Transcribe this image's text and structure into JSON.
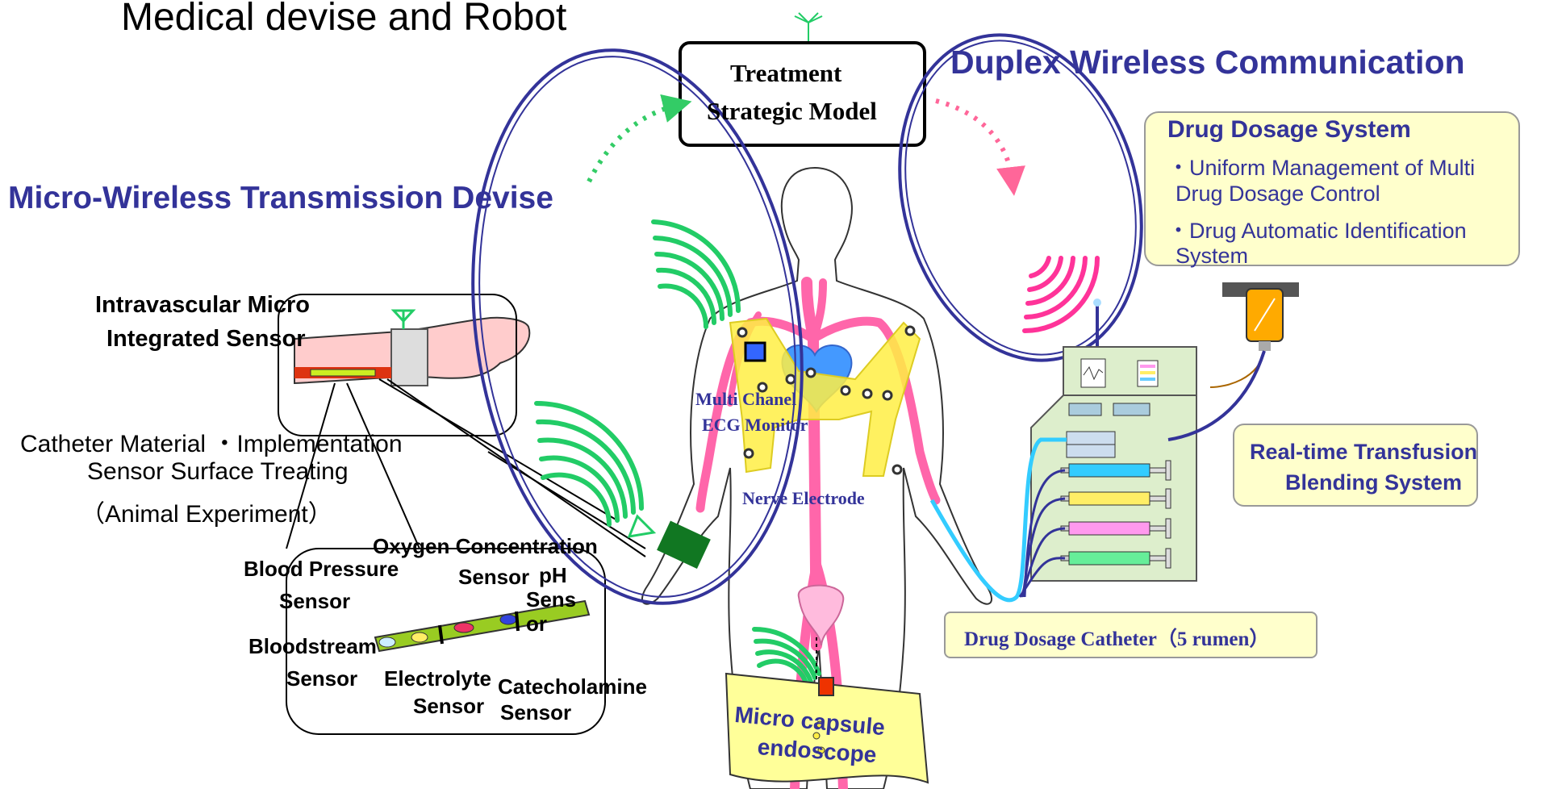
{
  "title": "Medical devise and Robot",
  "treatment_box": {
    "line1": "Treatment",
    "line2": "Strategic Model"
  },
  "duplex_title": "Duplex Wireless Communication",
  "micro_wireless_title": "Micro-Wireless Transmission Devise",
  "drug_dosage_system": {
    "title": "Drug Dosage System",
    "line1": "・Uniform Management of Multi",
    "line2": "Drug  Dosage Control",
    "line3": "・Drug Automatic Identification",
    "line4": "System"
  },
  "intravascular": {
    "line1": "Intravascular Micro",
    "line2": "Integrated Sensor"
  },
  "catheter_material": {
    "line1": "Catheter Material ・Implementation",
    "line2": "Sensor Surface Treating",
    "line3": "（Animal Experiment）"
  },
  "sensors": {
    "oxygen": "Oxygen Concentration",
    "oxygen_sensor": "Sensor",
    "ph": "pH",
    "ph_sensor": "Sens",
    "ph_sensor2": "or",
    "blood_pressure": "Blood Pressure",
    "blood_pressure_sensor": "Sensor",
    "bloodstream": "Bloodstream",
    "bloodstream_sensor": "Sensor",
    "electrolyte": "Electrolyte",
    "electrolyte_sensor": "Sensor",
    "catecholamine": "Catecholamine",
    "catecholamine_sensor": "Sensor"
  },
  "ecg": {
    "line1": "Multi Chanel",
    "line2": "ECG Monitor"
  },
  "nerve": "Nerve Electrode",
  "transfusion": {
    "line1": "Real-time Transfusion",
    "line2": "Blending System"
  },
  "catheter": "Drug Dosage Catheter（5 rumen）",
  "capsule": {
    "line1": "Micro capsule",
    "line2": "endoscope"
  },
  "colors": {
    "ellipse": "#333399",
    "wave": "#22cc66",
    "wave_pink": "#ff3399",
    "vessel": "#ff66aa",
    "pad": "#ffee44",
    "note_bg": "#ffffcc",
    "green_arrow": "#33cc66",
    "pink_arrow": "#ff6699",
    "cyan_line": "#33ccff"
  },
  "syringe_colors": [
    "#33ccff",
    "#ffee66",
    "#ff99ee",
    "#66ee99"
  ]
}
